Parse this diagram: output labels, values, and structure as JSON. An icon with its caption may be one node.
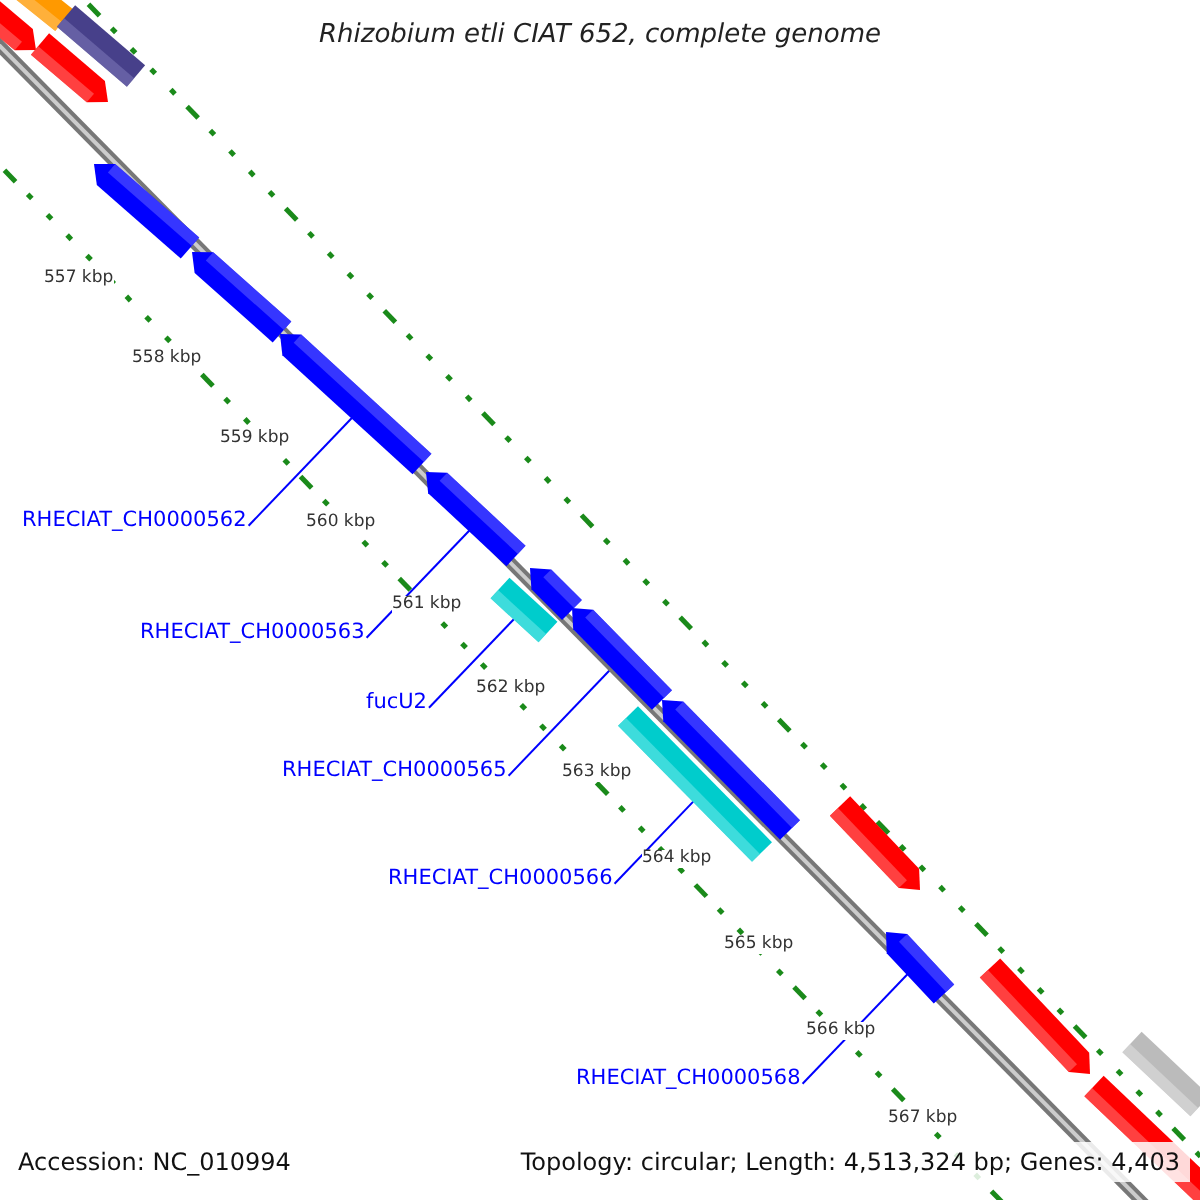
{
  "diagram": {
    "title": "Rhizobium etli CIAT 652, complete genome",
    "nodes": [
      {
        "text": [],
        "shape": "bar"
      },
      {
        "text": [],
        "shape": "arrow"
      },
      {
        "text": [],
        "shape": "bar"
      },
      {
        "text": [],
        "shape": "arrow"
      },
      {
        "text": [],
        "shape": "arrow"
      },
      {
        "text": [],
        "shape": "arrow"
      },
      {
        "text": [],
        "shape": "arrow"
      },
      {
        "text": [],
        "shape": "arrow"
      },
      {
        "text": [],
        "shape": "bar"
      },
      {
        "text": [],
        "shape": "arrow"
      },
      {
        "text": [],
        "shape": "arrow"
      },
      {
        "text": [],
        "shape": "bar"
      },
      {
        "text": [],
        "shape": "arrow"
      },
      {
        "text": [],
        "shape": "arrow"
      },
      {
        "text": [],
        "shape": "arrow"
      },
      {
        "text": [],
        "shape": "arrow"
      },
      {
        "text": [],
        "shape": "bar"
      },
      {
        "text": [],
        "shape": "arrow"
      },
      {
        "text": [
          "RHECIAT_CH0000562"
        ]
      },
      {
        "text": [
          "RHECIAT_CH0000563"
        ]
      },
      {
        "text": [
          "fucU2"
        ]
      },
      {
        "text": [
          "RHECIAT_CH0000565"
        ]
      },
      {
        "text": [
          "RHECIAT_CH0000566"
        ]
      },
      {
        "text": [
          "RHECIAT_CH0000568"
        ]
      }
    ],
    "edges": [
      {
        "from": 18,
        "to": 6,
        "arrow": "none"
      },
      {
        "from": 19,
        "to": 7,
        "arrow": "none"
      },
      {
        "from": 20,
        "to": 8,
        "arrow": "none"
      },
      {
        "from": 21,
        "to": 10,
        "arrow": "none"
      },
      {
        "from": 22,
        "to": 11,
        "arrow": "none"
      },
      {
        "from": 23,
        "to": 14,
        "arrow": "none"
      }
    ],
    "labels": [
      "557 kbp",
      "558 kbp",
      "559 kbp",
      "560 kbp",
      "561 kbp",
      "562 kbp",
      "563 kbp",
      "564 kbp",
      "565 kbp",
      "566 kbp",
      "567 kbp",
      "Accession: NC_010994",
      "Topology: circular; Length: 4,513,324 bp; Genes: 4,403"
    ]
  }
}
